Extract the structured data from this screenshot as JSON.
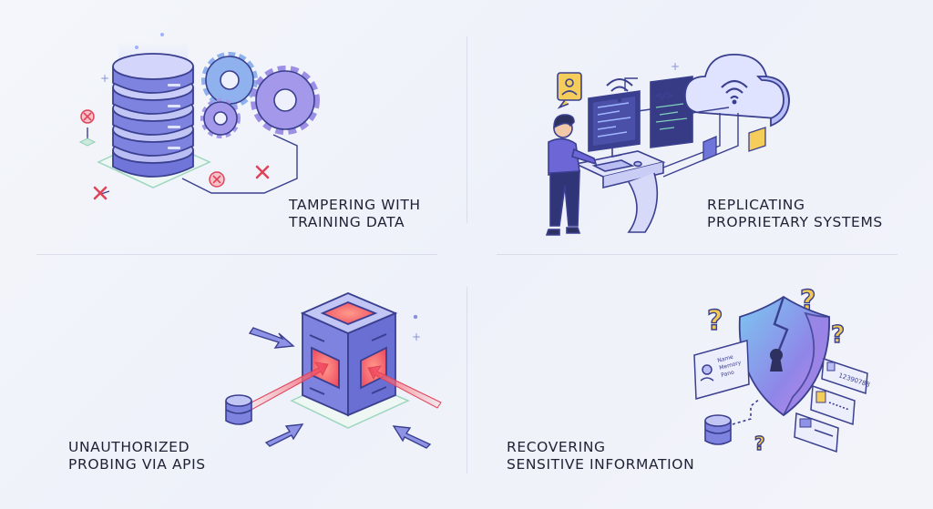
{
  "panels": [
    {
      "id": "tampering",
      "label": "TAMPERING WITH\nTRAINING DATA"
    },
    {
      "id": "replicating",
      "label": "REPLICATING\nPROPRIETARY SYSTEMS"
    },
    {
      "id": "probing",
      "label": "UNAUTHORIZED\nPROBING VIA APIS"
    },
    {
      "id": "recovering",
      "label": "RECOVERING\nSENSITIVE INFORMATION"
    }
  ],
  "doc_card": {
    "lines": [
      "Name",
      "Memory",
      "Pano"
    ]
  },
  "id_card": {
    "number": "12390788"
  },
  "code_glyph": "</>",
  "colors": {
    "outline": "#3a3f8f",
    "server_top": "#b9bdf3",
    "server_side": "#7e83e0",
    "gear": "#8f93e6",
    "alert_red": "#e0445a",
    "question_gold": "#e6b53b",
    "shield": "#6fb7e8",
    "glow": "#ff6b6b"
  },
  "icons": [
    "server-stack-icon",
    "gear-icon",
    "x-mark-icon",
    "person-icon",
    "monitor-icon",
    "cloud-wifi-icon",
    "code-panel-icon",
    "lock-icon",
    "shield-icon",
    "question-mark-icon",
    "database-icon",
    "arrow-icon"
  ]
}
